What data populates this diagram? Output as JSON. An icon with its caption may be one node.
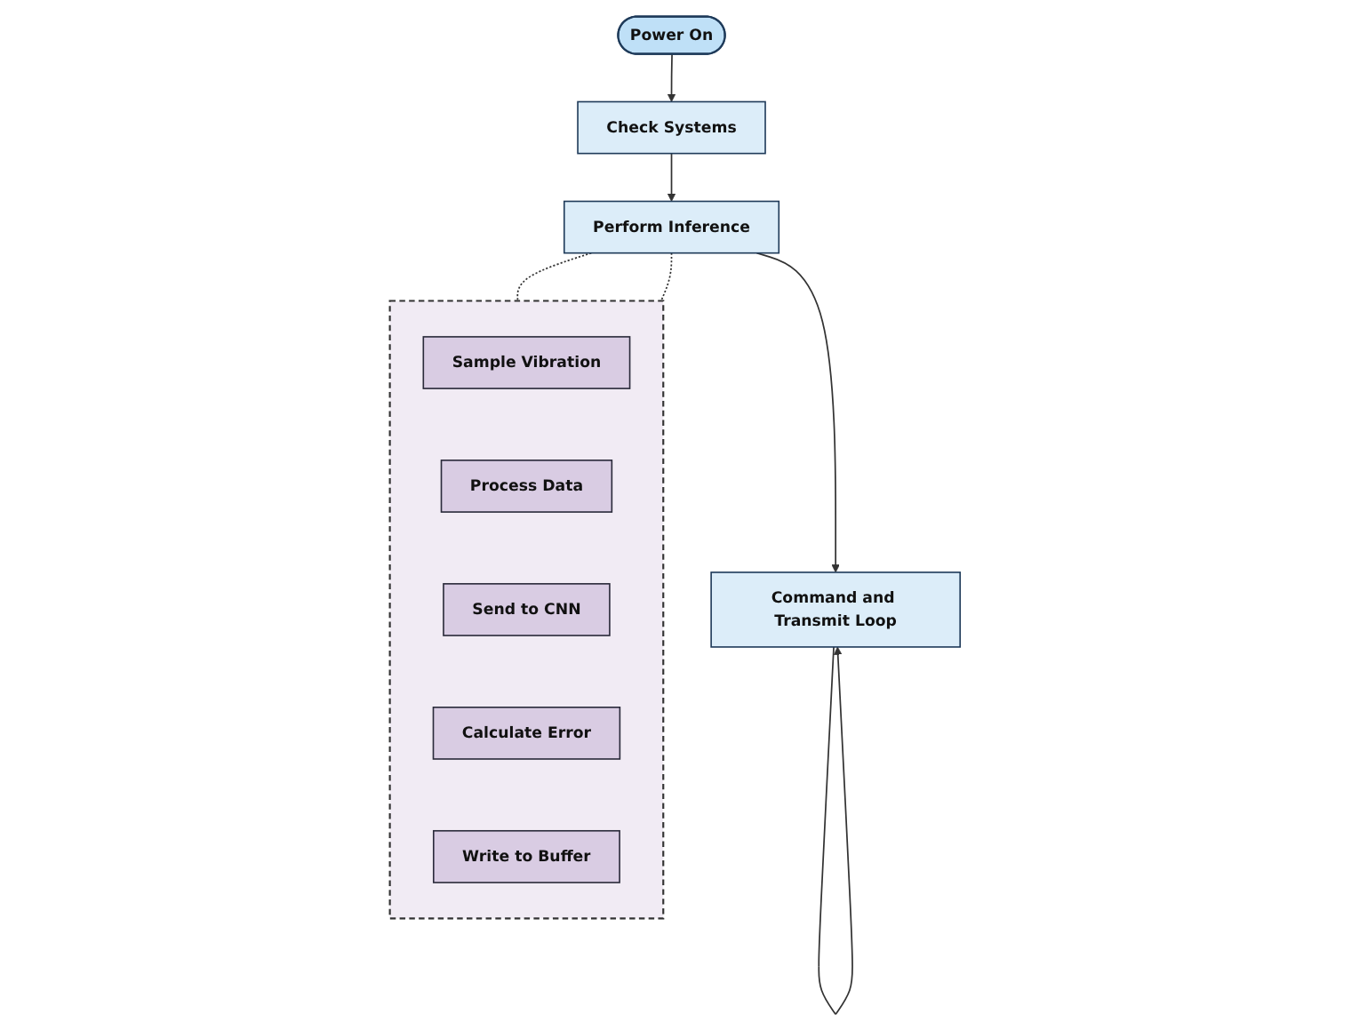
{
  "diagram": {
    "nodes": [
      {
        "text": [
          "Power On"
        ]
      },
      {
        "text": [
          "Check Systems"
        ]
      },
      {
        "text": [
          "Perform Inference"
        ]
      },
      {
        "text": [
          "Command and Transmit Loop"
        ]
      },
      {
        "text": [],
        "shape": "box"
      },
      {
        "text": [
          "Sample Vibration"
        ],
        "in": 4
      },
      {
        "text": [
          "Process Data"
        ],
        "in": 4
      },
      {
        "text": [
          "Send to CNN"
        ],
        "in": 4
      },
      {
        "text": [
          "Calculate Error"
        ],
        "in": 4
      },
      {
        "text": [
          "Write to Buffer"
        ],
        "in": 4
      }
    ],
    "edges": [
      {
        "from": 0,
        "to": 1,
        "arrow": "to"
      },
      {
        "from": 1,
        "to": 2,
        "arrow": "to"
      },
      {
        "from": 2,
        "to": 3,
        "arrow": "to"
      },
      {
        "from": 3,
        "to": 3,
        "arrow": "to"
      },
      {
        "from": 2,
        "to": 4,
        "arrow": "none",
        "style": "dashed"
      },
      {
        "from": 2,
        "to": 4,
        "arrow": "none",
        "style": "dashed"
      }
    ]
  }
}
